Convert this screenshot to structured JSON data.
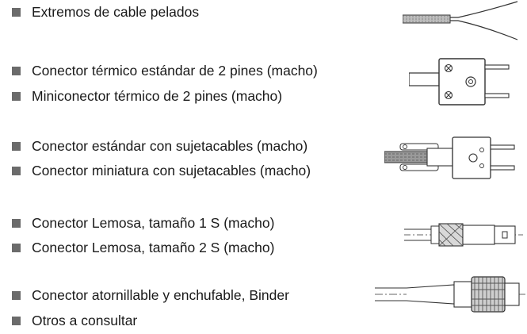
{
  "items": [
    "Extremos de cable pelados",
    "Conector térmico estándar de 2 pines (macho)",
    "Miniconector térmico de 2 pines (macho)",
    "Conector estándar con sujetacables (macho)",
    "Conector miniatura con sujetacables (macho)",
    "Conector Lemosa, tamaño 1 S (macho)",
    "Conector Lemosa, tamaño 2 S (macho)",
    "Conector atornillable y enchufable, Binder",
    "Otros a consultar"
  ],
  "illustrations": [
    "stripped-cable-ends",
    "thermocouple-connector",
    "connector-with-cable-clamp",
    "lemosa-connector",
    "binder-connector"
  ],
  "colors": {
    "bullet": "#6b6b6b",
    "text": "#1a1a1a",
    "line": "#333333"
  }
}
